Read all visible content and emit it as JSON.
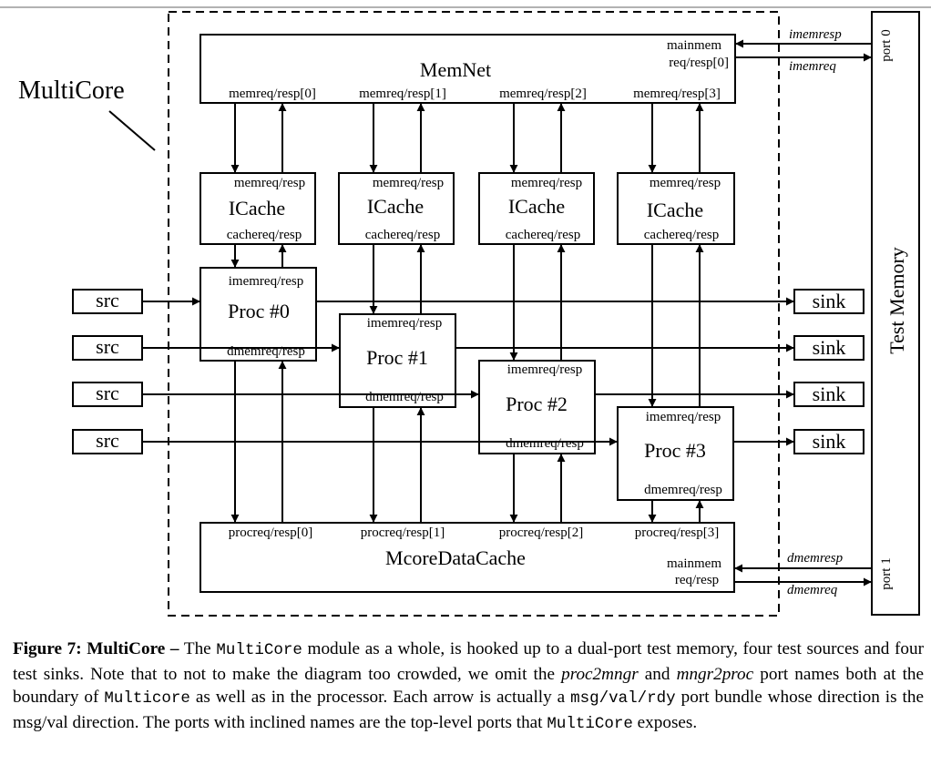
{
  "diagram": {
    "module_label": "MultiCore",
    "memnet": {
      "title": "MemNet",
      "mainmem_port": [
        "mainmem",
        "req/resp[0]"
      ],
      "ports": [
        "memreq/resp[0]",
        "memreq/resp[1]",
        "memreq/resp[2]",
        "memreq/resp[3]"
      ]
    },
    "icaches": [
      {
        "top": "memreq/resp",
        "title": "ICache",
        "bottom": "cachereq/resp"
      },
      {
        "top": "memreq/resp",
        "title": "ICache",
        "bottom": "cachereq/resp"
      },
      {
        "top": "memreq/resp",
        "title": "ICache",
        "bottom": "cachereq/resp"
      },
      {
        "top": "memreq/resp",
        "title": "ICache",
        "bottom": "cachereq/resp"
      }
    ],
    "procs": [
      {
        "top": "imemreq/resp",
        "title": "Proc #0",
        "bottom": "dmemreq/resp"
      },
      {
        "top": "imemreq/resp",
        "title": "Proc #1",
        "bottom": "dmemreq/resp"
      },
      {
        "top": "imemreq/resp",
        "title": "Proc #2",
        "bottom": "dmemreq/resp"
      },
      {
        "top": "imemreq/resp",
        "title": "Proc #3",
        "bottom": "dmemreq/resp"
      }
    ],
    "sources": [
      "src",
      "src",
      "src",
      "src"
    ],
    "sinks": [
      "sink",
      "sink",
      "sink",
      "sink"
    ],
    "dcache": {
      "title": "McoreDataCache",
      "ports": [
        "procreq/resp[0]",
        "procreq/resp[1]",
        "procreq/resp[2]",
        "procreq/resp[3]"
      ],
      "mainmem_port": [
        "mainmem",
        "req/resp"
      ]
    },
    "test_memory": {
      "title": "Test Memory",
      "port0": "port 0",
      "port1": "port 1"
    },
    "top_ports": {
      "imemresp": "imemresp",
      "imemreq": "imemreq",
      "dmemresp": "dmemresp",
      "dmemreq": "dmemreq"
    }
  },
  "caption": {
    "label": "Figure 7: MultiCore –",
    "s1": " The ",
    "code1": "MultiCore",
    "s2": " module as a whole, is hooked up to a dual-port test memory, four test sources and four test sinks. Note that to not to make the diagram too crowded, we omit the ",
    "em1": "proc2mngr",
    "s3": " and ",
    "em2": "mngr2proc",
    "s4": " port names both at the boundary of ",
    "code2": "Multicore",
    "s5": " as well as in the processor. Each arrow is actually a ",
    "code3": "msg/val/rdy",
    "s6": " port bundle whose direction is the msg/val direction. The ports with inclined names are the top-level ports that ",
    "code4": "MultiCore",
    "s7": " exposes."
  }
}
